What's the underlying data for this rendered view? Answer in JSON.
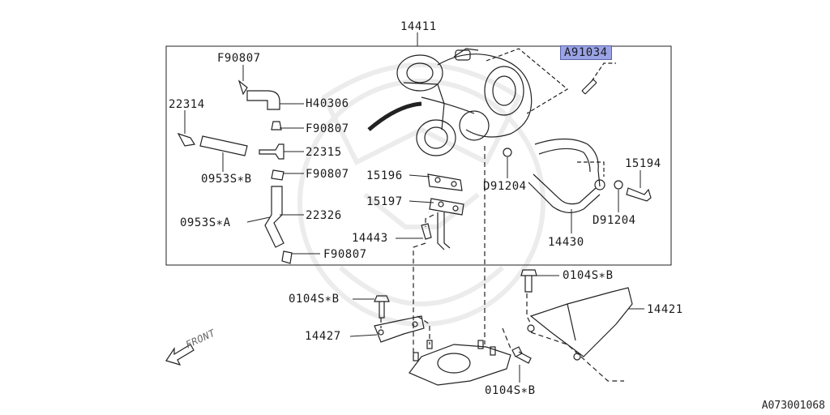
{
  "diagram": {
    "highlight_color": "#9aa3e6",
    "line_color": "#222222",
    "watermark_color": "#ececec",
    "reference_code": "A073001068",
    "front_label": "FRONT",
    "labels": {
      "p14411": "14411",
      "pA91034": "A91034",
      "pF90807a": "F90807",
      "pH40306": "H40306",
      "p22314": "22314",
      "pF90807b": "F90807",
      "p22315": "22315",
      "p0953SB": "0953S∗B",
      "pF90807c": "F90807",
      "p15196": "15196",
      "p15197": "15197",
      "pD91204a": "D91204",
      "p15194": "15194",
      "pD91204b": "D91204",
      "p0953SA": "0953S∗A",
      "p22326": "22326",
      "p14443": "14443",
      "p14430": "14430",
      "pF90807d": "F90807",
      "p0104SBa": "0104S∗B",
      "p0104SBb": "0104S∗B",
      "p14421": "14421",
      "p14427": "14427",
      "p0104SBc": "0104S∗B"
    }
  }
}
